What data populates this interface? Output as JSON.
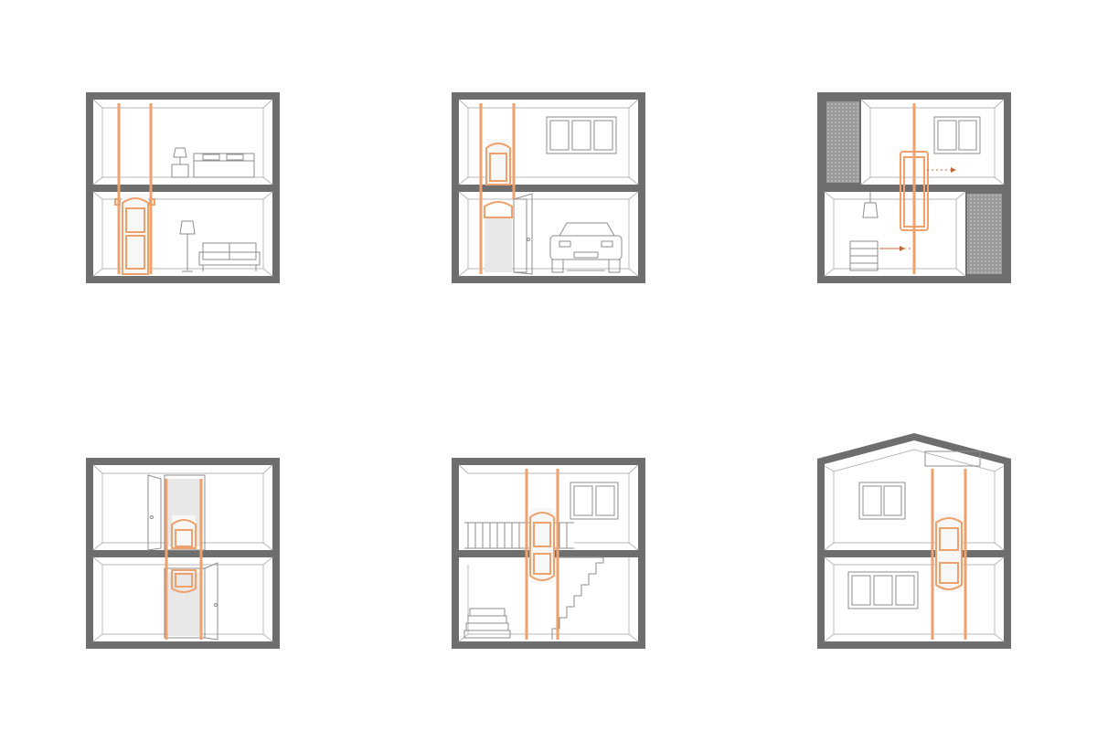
{
  "diagram": {
    "panels": [
      {
        "id": "panel-1",
        "scene": "bedroom-and-living-room"
      },
      {
        "id": "panel-2",
        "scene": "bedroom-and-garage"
      },
      {
        "id": "panel-3",
        "scene": "lift-between-closets"
      },
      {
        "id": "panel-4",
        "scene": "lift-with-hinged-doors"
      },
      {
        "id": "panel-5",
        "scene": "lift-beside-staircase"
      },
      {
        "id": "panel-6",
        "scene": "lift-under-gable-roof"
      }
    ],
    "colors": {
      "wall": "#6e6e6e",
      "line": "#8d8d8d",
      "lift": "#f0a06b",
      "background": "#ffffff"
    }
  }
}
